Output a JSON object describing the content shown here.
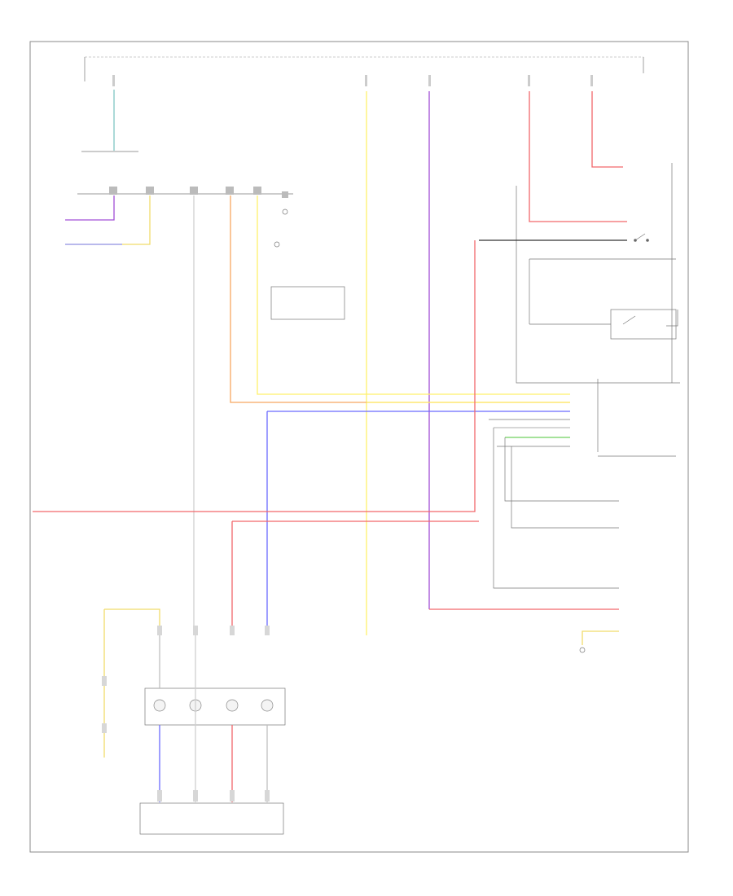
{
  "figure_id": "90059",
  "colors": {
    "wire_red": "#f2676b",
    "wire_purple": "#a24fd6",
    "wire_yellow": "#fff06b",
    "wire_blue": "#6b6bff",
    "wire_orange": "#f8a860",
    "wire_teal": "#7fc6c3",
    "wire_green": "#6fd15e",
    "wire_black": "#333333",
    "wire_gray": "#bfbfbf",
    "wire_white": "#e9e9e9",
    "frame": "#8a8a8a"
  },
  "icons": [
    "ground-symbol",
    "switch-symbol",
    "connector-pin",
    "sensor-cylinder",
    "fuse-symbol"
  ]
}
